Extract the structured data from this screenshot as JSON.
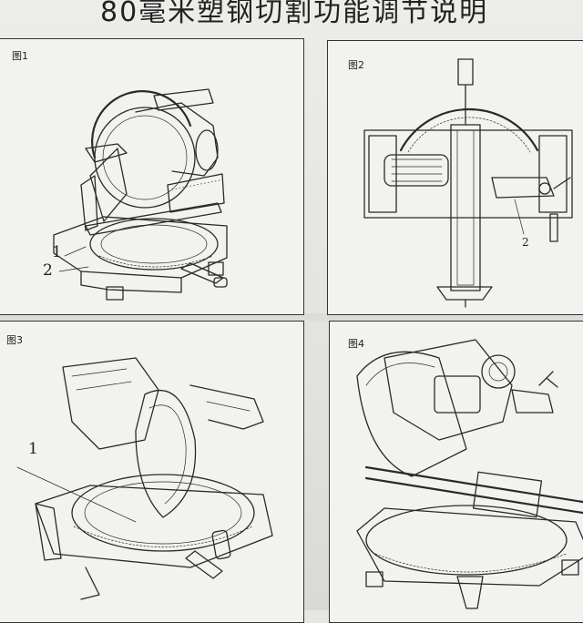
{
  "document": {
    "title": "80毫米塑钢切割功能调节说明"
  },
  "figures": [
    {
      "label": "图1",
      "callouts": [
        "1",
        "2"
      ]
    },
    {
      "label": "图2",
      "callouts": [
        "2"
      ]
    },
    {
      "label": "图3",
      "callouts": [
        "1"
      ]
    },
    {
      "label": "图4",
      "callouts": []
    }
  ]
}
